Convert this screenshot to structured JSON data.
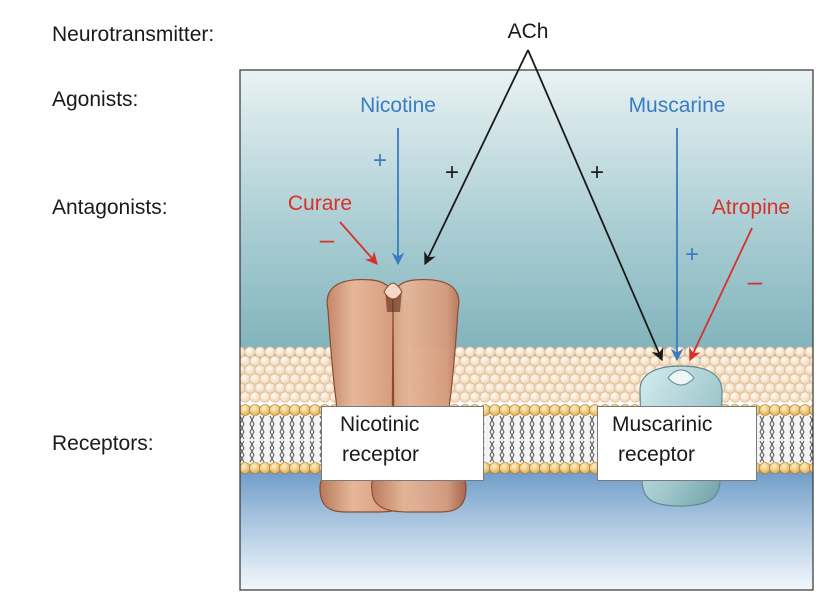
{
  "rows": {
    "neurotransmitter": "Neurotransmitter:",
    "agonists": "Agonists:",
    "antagonists": "Antagonists:",
    "receptors": "Receptors:"
  },
  "ligands": {
    "ach": "ACh",
    "nicotine": "Nicotine",
    "muscarine": "Muscarine",
    "curare": "Curare",
    "atropine": "Atropine"
  },
  "signs": {
    "nicotine_sign": "+",
    "ach_left_sign": "+",
    "ach_right_sign": "+",
    "muscarine_sign": "+",
    "curare_sign": "–",
    "atropine_sign": "–"
  },
  "receptors": {
    "nicotinic_line1": "Nicotinic",
    "nicotinic_line2": "receptor",
    "muscarinic_line1": "Muscarinic",
    "muscarinic_line2": "receptor"
  },
  "colors": {
    "agonist_blue": "#3a7cc4",
    "antagonist_red": "#d8312a",
    "arrow_black": "#1a1a1a",
    "nicotinic_body": "#d9a68a",
    "nicotinic_channel": "#8a4a2a",
    "muscarinic_body": "#a9cfd3",
    "lipid_head": "#f0c890"
  }
}
